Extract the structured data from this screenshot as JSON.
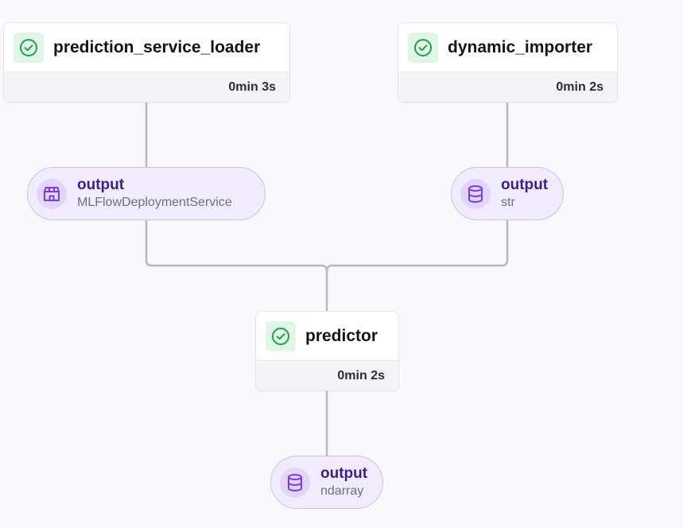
{
  "steps": [
    {
      "name": "prediction_service_loader",
      "duration": "0min 3s",
      "status_icon": "check-circle-icon",
      "status_color": "#17a34a"
    },
    {
      "name": "dynamic_importer",
      "duration": "0min 2s",
      "status_icon": "check-circle-icon",
      "status_color": "#17a34a"
    },
    {
      "name": "predictor",
      "duration": "0min 2s",
      "status_icon": "check-circle-icon",
      "status_color": "#17a34a"
    }
  ],
  "artifacts": [
    {
      "title": "output",
      "type": "MLFlowDeploymentService",
      "icon": "service-icon"
    },
    {
      "title": "output",
      "type": "str",
      "icon": "database-icon"
    },
    {
      "title": "output",
      "type": "ndarray",
      "icon": "database-icon"
    }
  ],
  "colors": {
    "background": "#f9f9fb",
    "edge": "#b8b8bc",
    "artifact_fill": "#f1ecfd",
    "artifact_border": "#cdbdf3",
    "artifact_title": "#3d1c8c",
    "icon_purple": "#7c3aed",
    "success_green": "#17a34a"
  }
}
